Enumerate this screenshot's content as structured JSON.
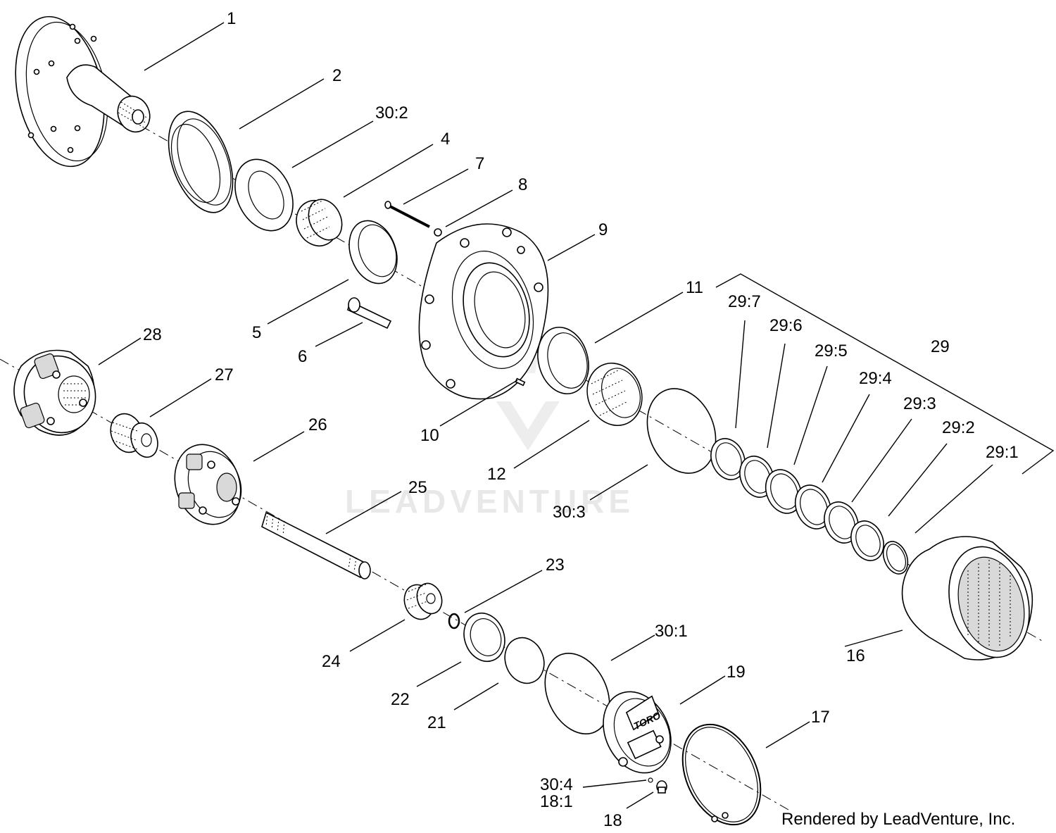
{
  "callouts": [
    {
      "id": "1",
      "label": "1"
    },
    {
      "id": "2",
      "label": "2"
    },
    {
      "id": "30-2",
      "label": "30:2"
    },
    {
      "id": "4",
      "label": "4"
    },
    {
      "id": "7",
      "label": "7"
    },
    {
      "id": "8",
      "label": "8"
    },
    {
      "id": "9",
      "label": "9"
    },
    {
      "id": "5",
      "label": "5"
    },
    {
      "id": "6",
      "label": "6"
    },
    {
      "id": "11",
      "label": "11"
    },
    {
      "id": "29-7",
      "label": "29:7"
    },
    {
      "id": "29-6",
      "label": "29:6"
    },
    {
      "id": "29-5",
      "label": "29:5"
    },
    {
      "id": "29",
      "label": "29"
    },
    {
      "id": "29-4",
      "label": "29:4"
    },
    {
      "id": "29-3",
      "label": "29:3"
    },
    {
      "id": "29-2",
      "label": "29:2"
    },
    {
      "id": "29-1",
      "label": "29:1"
    },
    {
      "id": "28",
      "label": "28"
    },
    {
      "id": "27",
      "label": "27"
    },
    {
      "id": "26",
      "label": "26"
    },
    {
      "id": "10",
      "label": "10"
    },
    {
      "id": "12",
      "label": "12"
    },
    {
      "id": "25",
      "label": "25"
    },
    {
      "id": "30-3",
      "label": "30:3"
    },
    {
      "id": "23",
      "label": "23"
    },
    {
      "id": "24",
      "label": "24"
    },
    {
      "id": "16",
      "label": "16"
    },
    {
      "id": "30-1",
      "label": "30:1"
    },
    {
      "id": "22",
      "label": "22"
    },
    {
      "id": "19",
      "label": "19"
    },
    {
      "id": "21",
      "label": "21"
    },
    {
      "id": "17",
      "label": "17"
    },
    {
      "id": "30-4",
      "label": "30:4"
    },
    {
      "id": "18-1",
      "label": "18:1"
    },
    {
      "id": "18",
      "label": "18"
    }
  ],
  "cover_logo": "TORO",
  "watermark": "LEADVENTURE",
  "credit": "Rendered by LeadVenture, Inc."
}
